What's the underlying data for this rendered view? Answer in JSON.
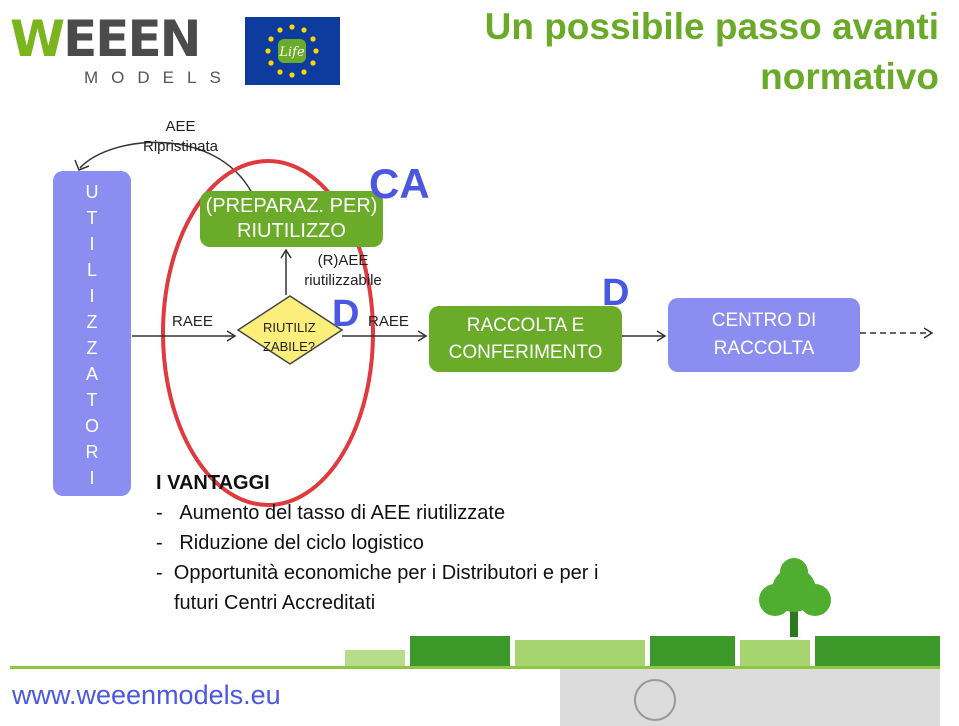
{
  "logo": {
    "name_part1": "W",
    "name_part2": "EEEN",
    "sub": "MODELS"
  },
  "eu_flag": {
    "text": "Life"
  },
  "title": {
    "line1": "Un possibile passo avanti",
    "line2": "normativo"
  },
  "vertical_label": [
    "U",
    "T",
    "I",
    "L",
    "I",
    "Z",
    "Z",
    "A",
    "T",
    "O",
    "R",
    "I"
  ],
  "aee_ripristinata": {
    "line1": "AEE",
    "line2": "Ripristinata"
  },
  "prep_box": {
    "line1": "(PREPARAZ. PER)",
    "line2": "RIUTILIZZO"
  },
  "ca_label": "CA",
  "r_aee": {
    "line1": "(R)AEE",
    "line2": "riutilizzabile"
  },
  "raee_left": "RAEE",
  "decision": {
    "line1": "RIUTILIZ",
    "line2": "ZABILE?"
  },
  "d_label_1": "D",
  "raee_right": "RAEE",
  "raccolta_box": {
    "line1": "RACCOLTA E",
    "line2": "CONFERIMENTO"
  },
  "d_label_2": "D",
  "centro_box": {
    "line1": "CENTRO DI",
    "line2": "RACCOLTA"
  },
  "vantaggi": {
    "heading": "I VANTAGGI",
    "items": [
      "Aumento del tasso di AEE riutilizzate",
      "Riduzione del ciclo logistico",
      "Opportunità economiche per i Distributori e per i"
    ],
    "continuation": "futuri Centri Accreditati"
  },
  "footer_url": "www.weeenmodels.eu",
  "colors": {
    "green": "#6aab2a",
    "violet": "#8b8ef0",
    "blue_letter": "#4a57e0",
    "red_circle": "#e0393e"
  }
}
